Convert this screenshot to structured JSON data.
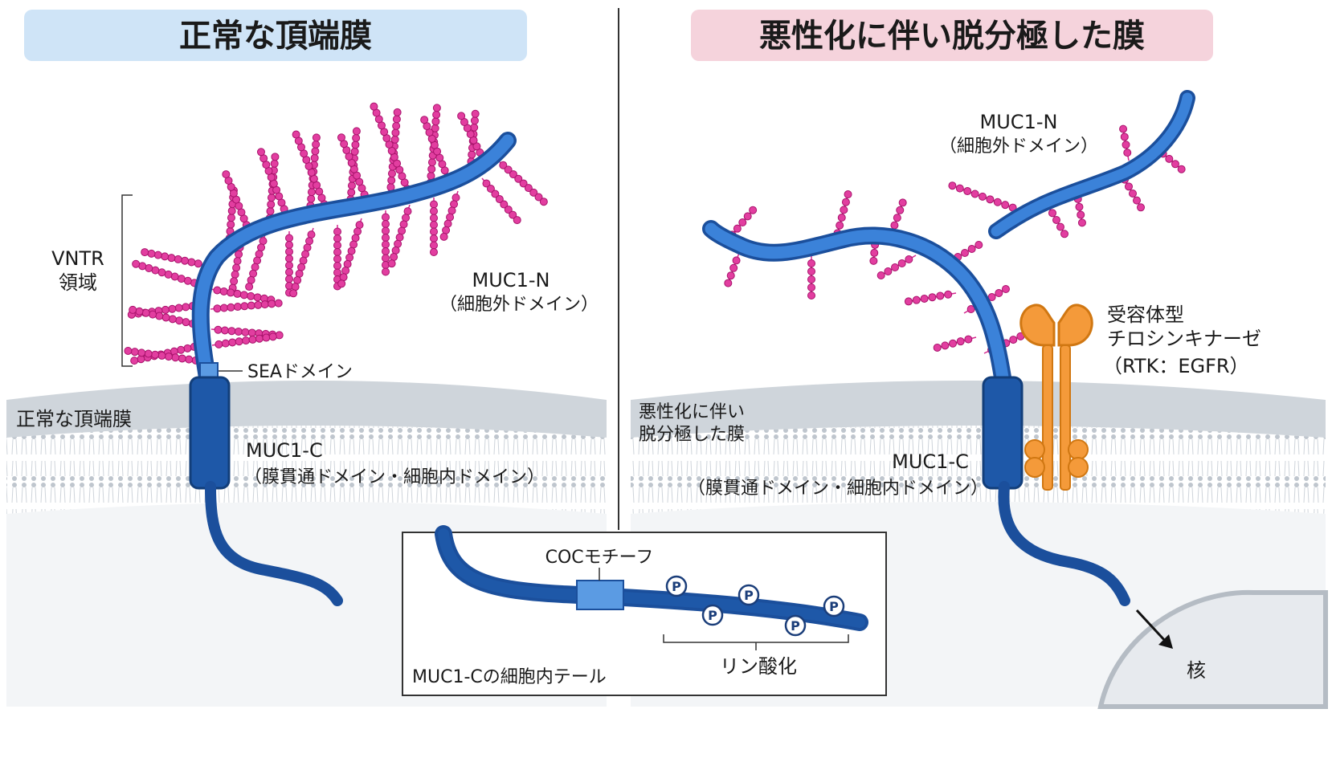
{
  "left_panel": {
    "title": "正常な頂端膜",
    "title_bg": "#cfe4f7",
    "vntr_label_1": "VNTR",
    "vntr_label_2": "領域",
    "muc1n_label_1": "MUC1-N",
    "muc1n_label_2": "（細胞外ドメイン）",
    "sea_label": "SEAドメイン",
    "membrane_label": "正常な頂端膜",
    "muc1c_label_1": "MUC1-C",
    "muc1c_label_2": "（膜貫通ドメイン・細胞内ドメイン）"
  },
  "right_panel": {
    "title": "悪性化に伴い脱分極した膜",
    "title_bg": "#f5d3dc",
    "muc1n_label_1": "MUC1-N",
    "muc1n_label_2": "（細胞外ドメイン）",
    "rtk_label_1": "受容体型",
    "rtk_label_2": "チロシンキナーゼ",
    "rtk_label_3": "（RTK：EGFR）",
    "membrane_label_1": "悪性化に伴い",
    "membrane_label_2": "脱分極した膜",
    "muc1c_label_1": "MUC1-C",
    "muc1c_label_2": "（膜貫通ドメイン・細胞内ドメイン）",
    "nucleus_label": "核"
  },
  "inset": {
    "coc_label": "COCモチーフ",
    "phospho_symbol": "P",
    "phospho_label": "リン酸化",
    "caption": "MUC1-Cの細胞内テール"
  },
  "colors": {
    "protein_blue": "#2f6fcf",
    "protein_dark": "#1b4f9c",
    "glycan_magenta": "#d3268f",
    "rtk_orange": "#f49a3a",
    "membrane_gray": "#cdd3d9"
  }
}
